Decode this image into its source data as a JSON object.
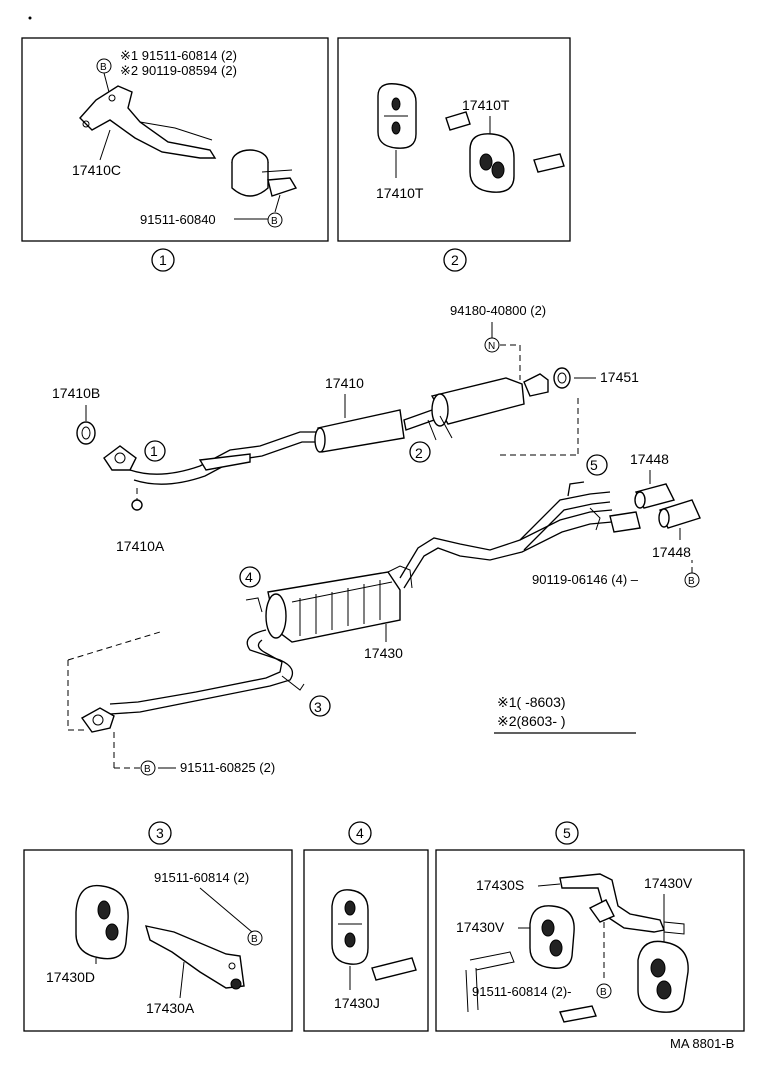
{
  "boxes": {
    "b1": {
      "num": "1",
      "t1": "※1 91511-60814 (2)",
      "t2": "※2 90119-08594 (2)",
      "bracket": "17410C",
      "bolt": "91511-60840",
      "bubble": "B"
    },
    "b2": {
      "num": "2",
      "p1": "17410T",
      "p2": "17410T"
    },
    "b3": {
      "num": "3",
      "bolt": "91511-60814 (2)",
      "p1": "17430D",
      "p2": "17430A",
      "bubble": "B"
    },
    "b4": {
      "num": "4",
      "p1": "17430J"
    },
    "b5": {
      "num": "5",
      "p1": "17430S",
      "p2": "17430V",
      "p3": "17430V",
      "bolt": "91511-60814 (2)-",
      "bubble": "B"
    }
  },
  "main": {
    "nut_ref": "94180-40800 (2)",
    "nut_bubble": "N",
    "gasket_b": "17410B",
    "gasket_a": "17410A",
    "front_pipe": "17410",
    "gasket_r": "17451",
    "tip1": "17448",
    "tip2": "17448",
    "tip_screw": "90119-06146 (4) –",
    "tip_bubble": "B",
    "muffler": "17430",
    "flange_bolt": "91511-60825 (2)",
    "flange_bubble": "B",
    "callouts": {
      "c1": "1",
      "c2": "2",
      "c3": "3",
      "c4": "4",
      "c5": "5"
    }
  },
  "legend": {
    "l1": "※1(       -8603)",
    "l2": "※2(8603-        )"
  },
  "footer": {
    "code": "MA  8801-B"
  }
}
